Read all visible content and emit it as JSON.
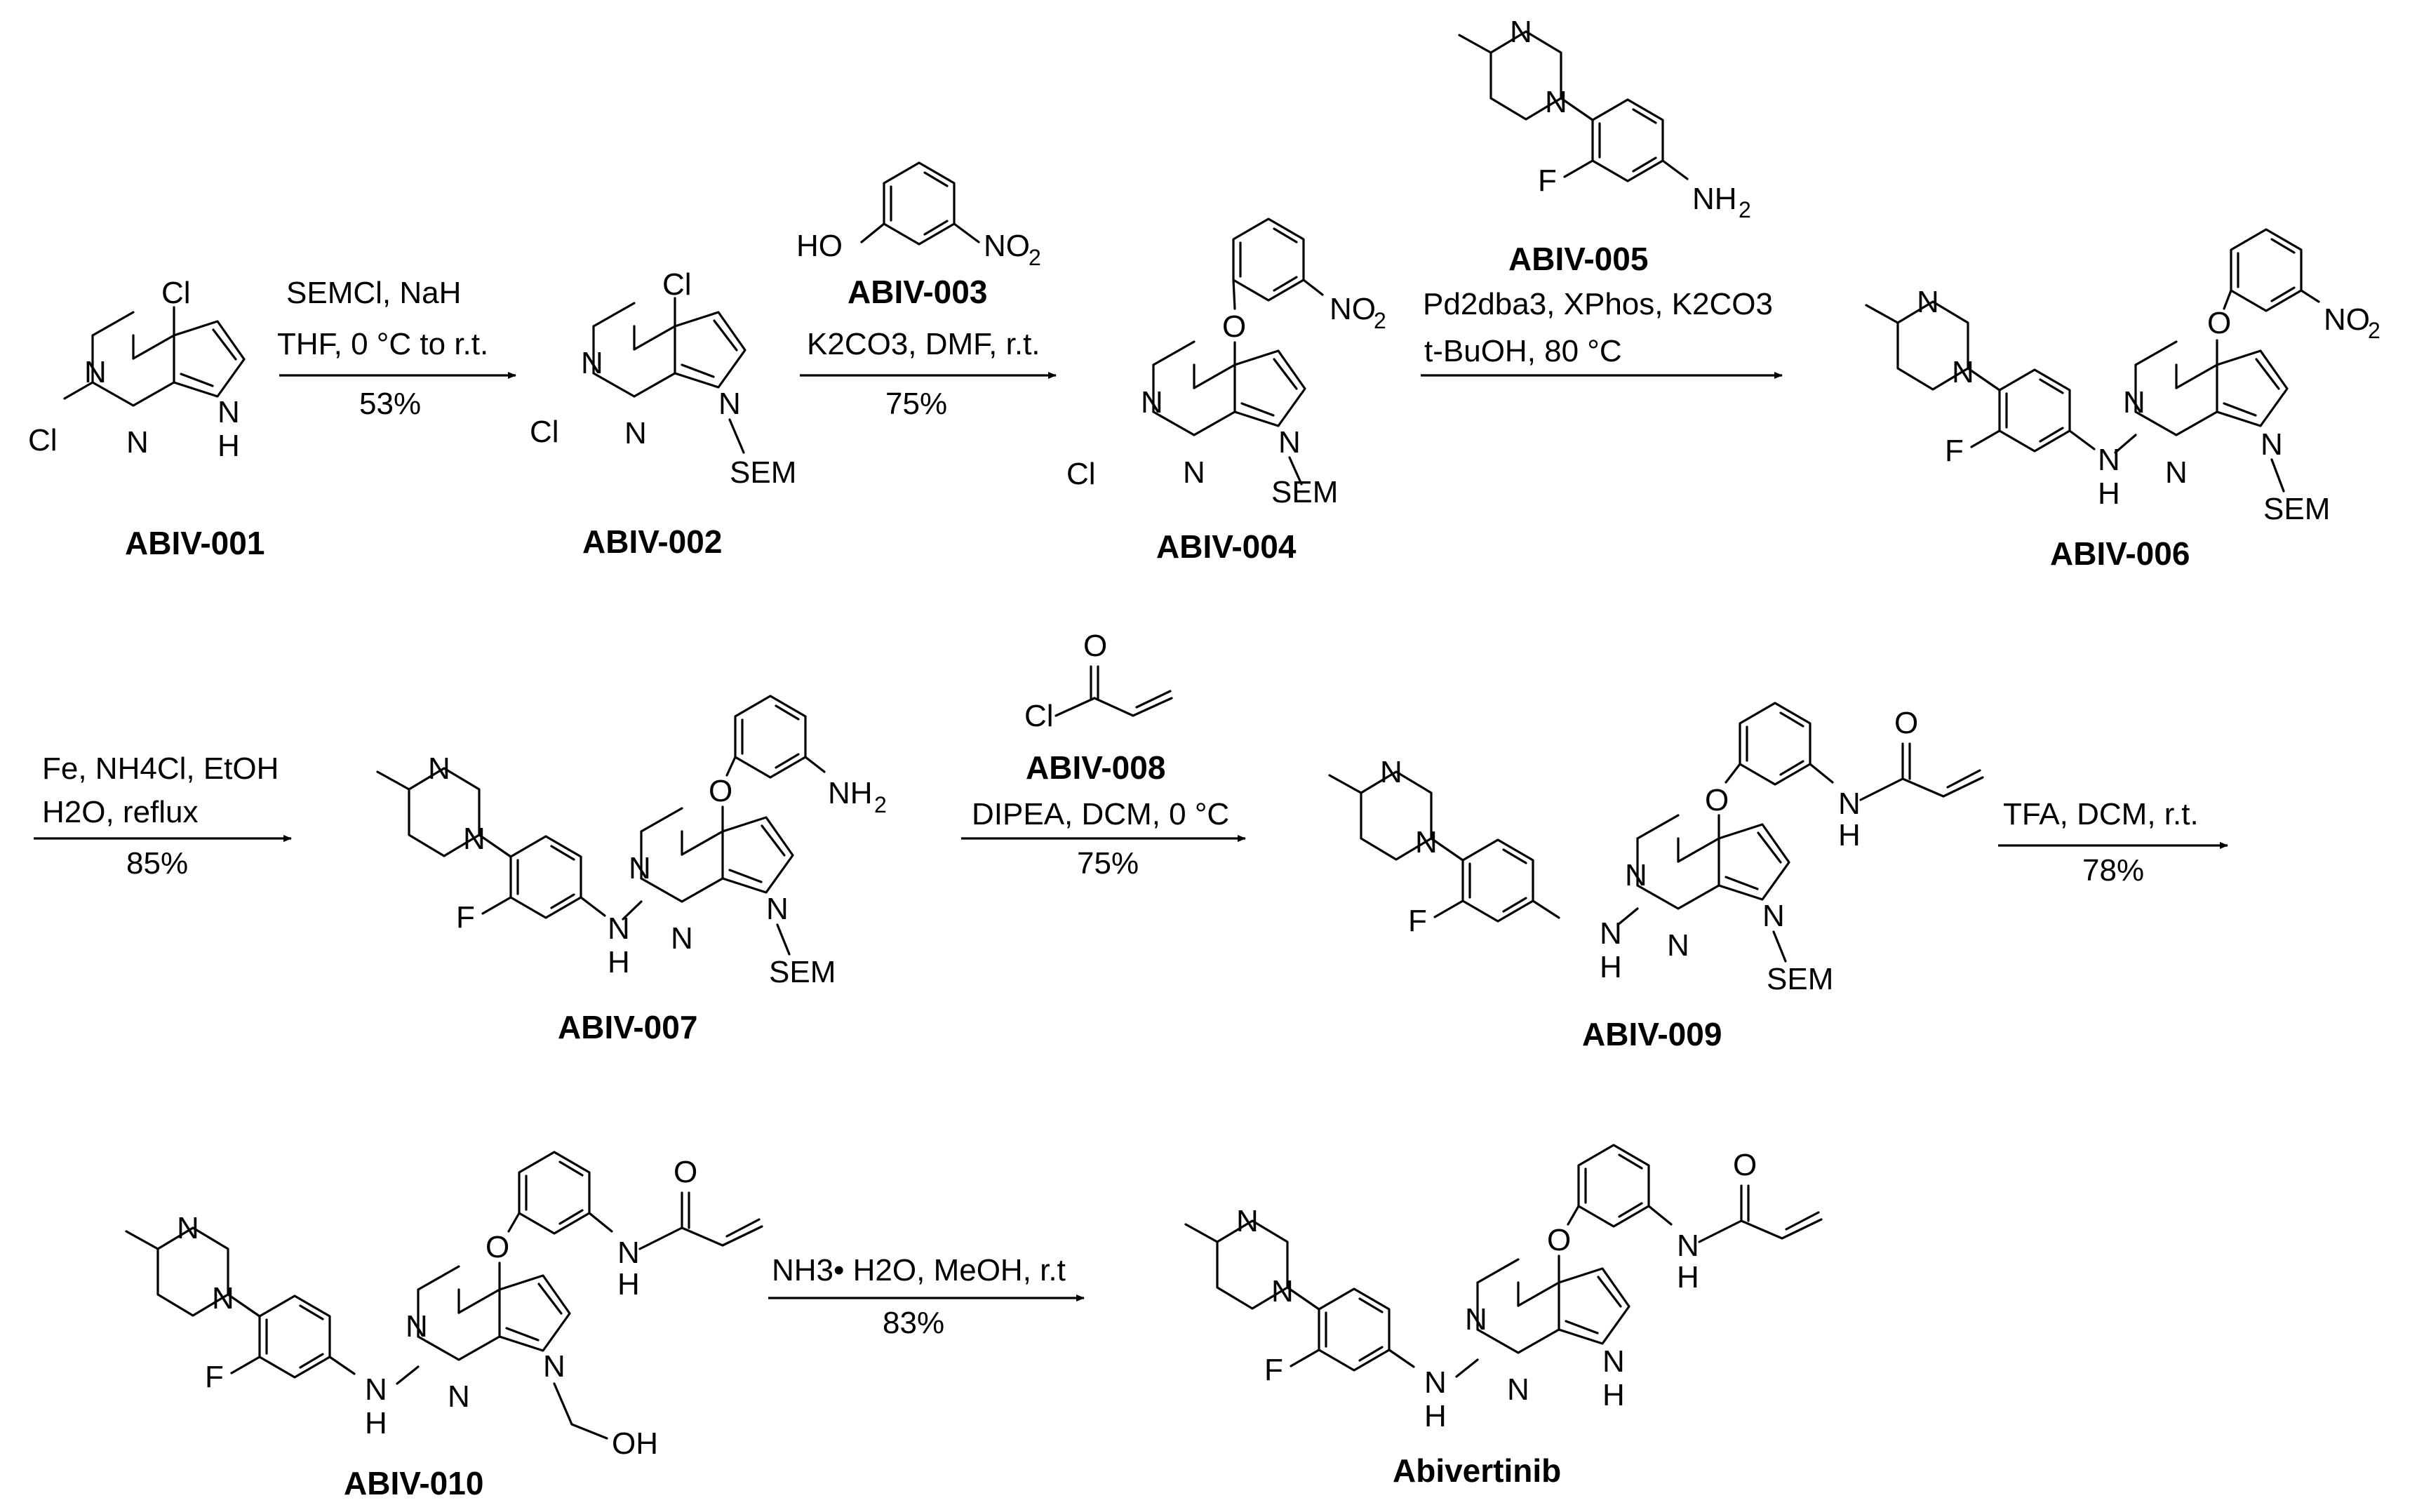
{
  "compounds": {
    "abiv001": "ABIV-001",
    "abiv002": "ABIV-002",
    "abiv003": "ABIV-003",
    "abiv004": "ABIV-004",
    "abiv005": "ABIV-005",
    "abiv006": "ABIV-006",
    "abiv007": "ABIV-007",
    "abiv008": "ABIV-008",
    "abiv009": "ABIV-009",
    "abiv010": "ABIV-010",
    "final": "Abivertinib"
  },
  "steps": {
    "s1": {
      "line1": "SEMCl, NaH",
      "line2": "THF, 0 °C to r.t.",
      "yield": "53%"
    },
    "s2": {
      "line1": "K2CO3, DMF, r.t.",
      "yield": "75%"
    },
    "s3": {
      "line1": "Pd2dba3, XPhos, K2CO3",
      "line2": "t-BuOH, 80 °C"
    },
    "s4": {
      "line1": "Fe, NH4Cl, EtOH",
      "line2": "H2O, reflux",
      "yield": "85%"
    },
    "s5": {
      "line1": "DIPEA, DCM, 0 °C",
      "yield": "75%"
    },
    "s6": {
      "line1": "TFA, DCM, r.t.",
      "yield": "78%"
    },
    "s7": {
      "line1": "NH3• H2O, MeOH, r.t",
      "yield": "83%"
    }
  }
}
